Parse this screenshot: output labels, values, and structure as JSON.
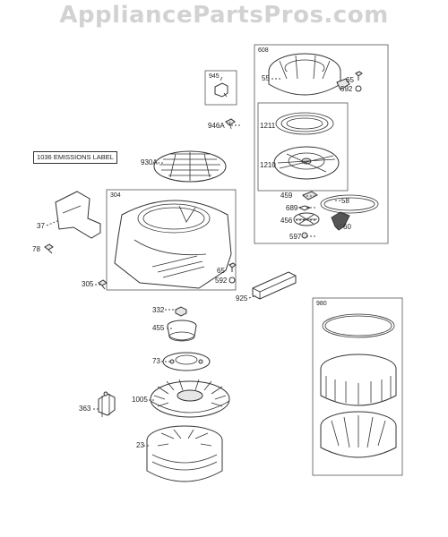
{
  "watermark": "AppliancePartsPros.com",
  "emissions_label": "1036 EMISSIONS LABEL",
  "groups": {
    "g945": "945",
    "g608": "608",
    "g304": "304",
    "g980": "980"
  },
  "labels": {
    "l55": "55",
    "l65a": "65",
    "l592a": "592",
    "l946a": "946A",
    "l1211": "1211",
    "l1210": "1210",
    "l930a": "930A",
    "l459": "459",
    "l689": "689",
    "l58": "58",
    "l456": "456",
    "l60": "60",
    "l597": "597",
    "l37": "37",
    "l78": "78",
    "l65b": "65",
    "l592b": "592",
    "l305": "305",
    "l925": "925",
    "l332": "332",
    "l455": "455",
    "l73": "73",
    "l1005": "1005",
    "l363": "363",
    "l23": "23"
  }
}
